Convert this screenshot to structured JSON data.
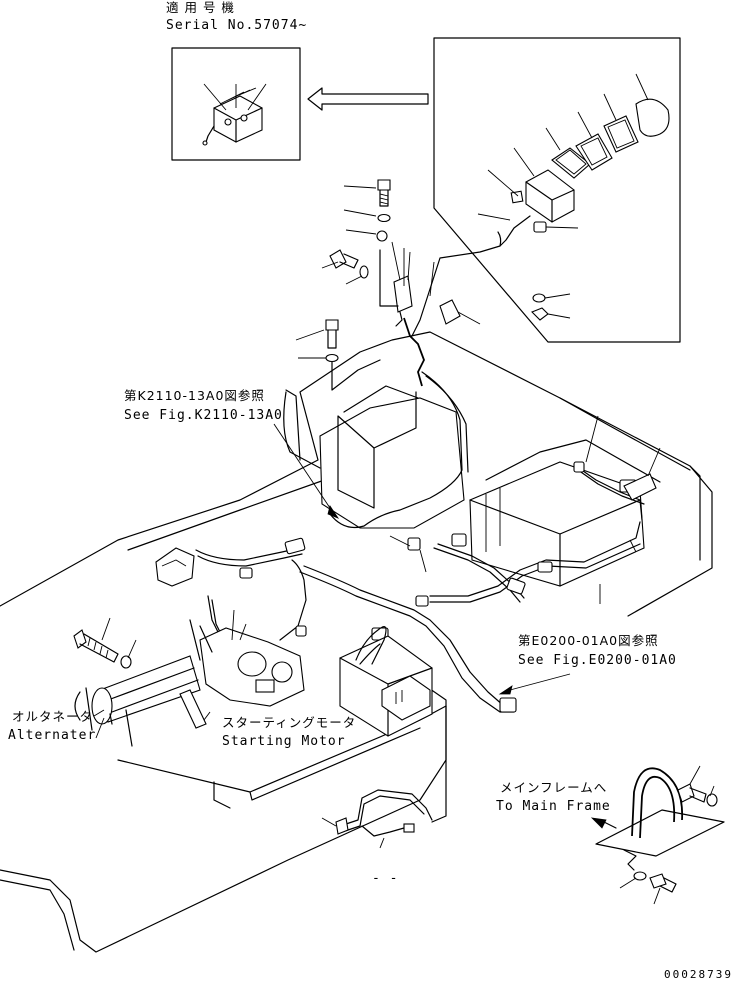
{
  "serial_box": {
    "jp_title": "適 用 号 機",
    "serial": "Serial No.57074~"
  },
  "ref_k2110": {
    "jp": "第K2110-13A0図参照",
    "en": "See Fig.K2110-13A0"
  },
  "ref_e0200": {
    "jp": "第E0200-01A0図参照",
    "en": "See Fig.E0200-01A0"
  },
  "alternator": {
    "jp": "オルタネータ",
    "en": "Alternater"
  },
  "starting_motor": {
    "jp": "スターティングモータ",
    "en": "Starting Motor"
  },
  "main_frame": {
    "jp": "メインフレームへ",
    "en": "To Main Frame"
  },
  "dash_mark": "- -",
  "drawing_number": "00028739"
}
